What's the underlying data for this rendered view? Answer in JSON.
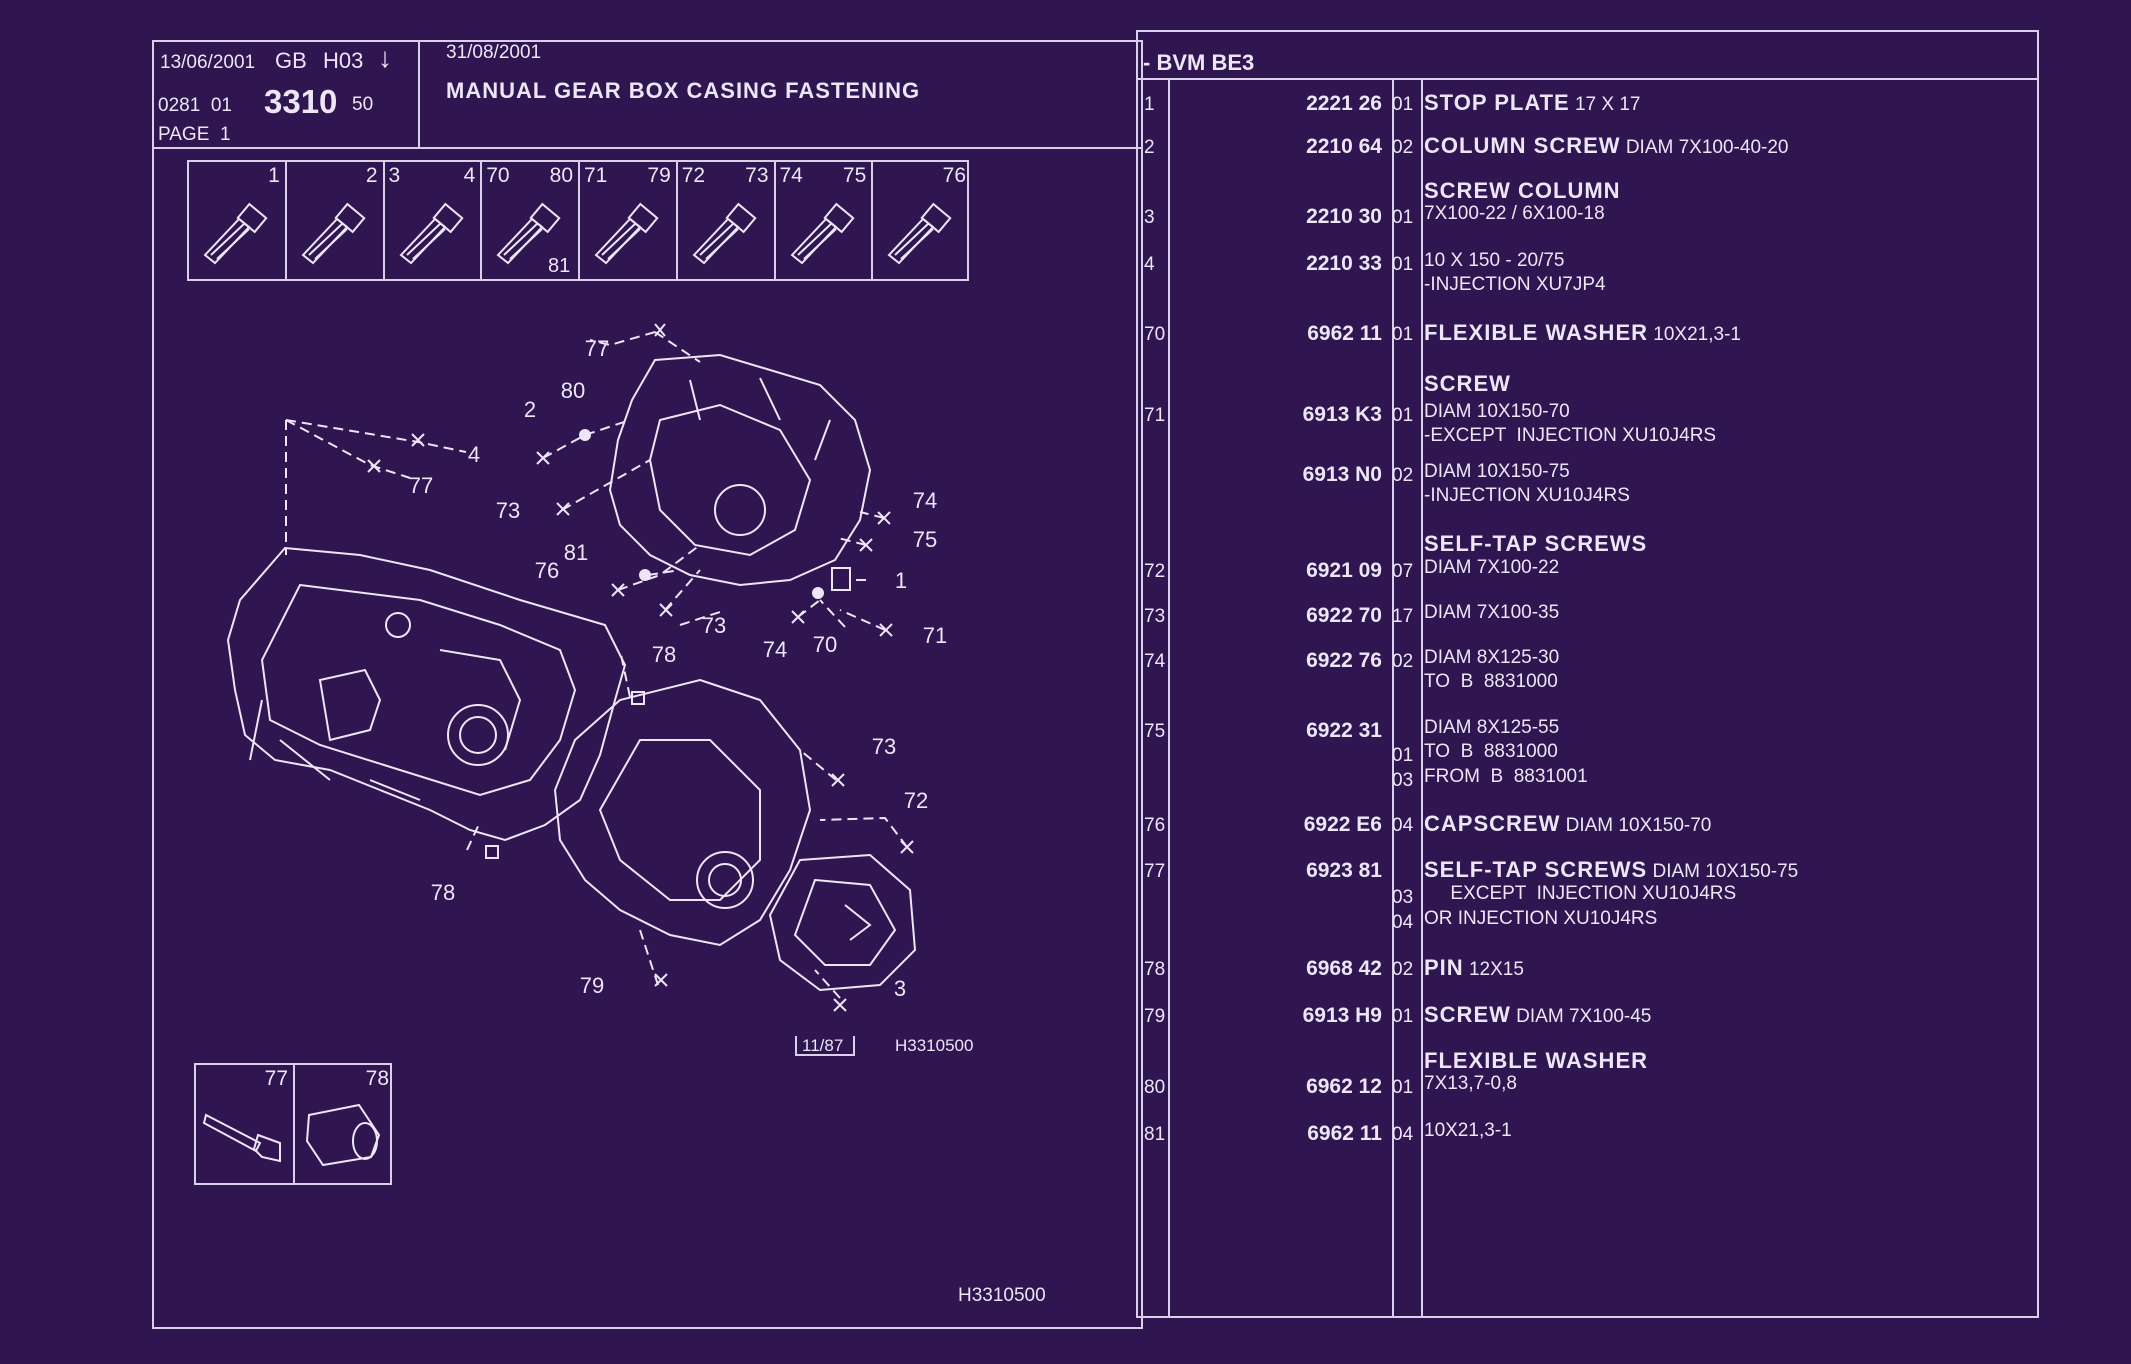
{
  "header": {
    "date": "13/06/2001",
    "lang": "GB",
    "code": "H03",
    "arrow": "↓",
    "ref_prefix": "0281  01",
    "ref_main": "3310",
    "ref_suffix": "50",
    "page": "PAGE  1",
    "date2": "31/08/2001",
    "title": "MANUAL GEAR BOX CASING FASTENING"
  },
  "list_header": "- BVM BE3",
  "thumbnails": [
    {
      "left": "",
      "right": "1",
      "icon": "plate-icon"
    },
    {
      "left": "",
      "right": "2",
      "icon": "column-screw-icon"
    },
    {
      "left": "3",
      "right": "4",
      "icon": "screw-column-icon"
    },
    {
      "left": "70",
      "right": "80",
      "icon": "washer-icon"
    },
    {
      "left": "71",
      "right": "79",
      "icon": "screw-icon"
    },
    {
      "left": "72",
      "right": "73",
      "icon": "self-tap-screw-icon"
    },
    {
      "left": "74",
      "right": "75",
      "icon": "self-tap-screw-icon"
    },
    {
      "left": "",
      "right": "76",
      "icon": "capscrew-icon"
    }
  ],
  "thumb_extra_label": "81",
  "bottom_thumbnails": [
    {
      "right": "77",
      "icon": "bolt-icon"
    },
    {
      "right": "78",
      "icon": "pin-icon"
    }
  ],
  "diagram_labels": [
    {
      "text": "77"
    },
    {
      "text": "80"
    },
    {
      "text": "2"
    },
    {
      "text": "4"
    },
    {
      "text": "77"
    },
    {
      "text": "73"
    },
    {
      "text": "74"
    },
    {
      "text": "75"
    },
    {
      "text": "81"
    },
    {
      "text": "76"
    },
    {
      "text": "1"
    },
    {
      "text": "73"
    },
    {
      "text": "74"
    },
    {
      "text": "70"
    },
    {
      "text": "71"
    },
    {
      "text": "78"
    },
    {
      "text": "73"
    },
    {
      "text": "72"
    },
    {
      "text": "78"
    },
    {
      "text": "79"
    },
    {
      "text": "3"
    }
  ],
  "diagram_date": "11/87",
  "diagram_ref": "H3310500",
  "footer_ref": "H3310500",
  "parts": [
    {
      "ref": "1",
      "code": "2221 26",
      "qty": "01",
      "lines": [
        {
          "bold": "STOP PLATE",
          "text": " 17 X 17"
        }
      ]
    },
    {
      "ref": "2",
      "code": "2210 64",
      "qty": "02",
      "lines": [
        {
          "bold": "COLUMN SCREW",
          "text": " DIAM 7X100-40-20"
        }
      ]
    },
    {
      "ref": "",
      "code": "",
      "qty": "",
      "lines": [
        {
          "bold": "SCREW COLUMN",
          "text": ""
        }
      ]
    },
    {
      "ref": "3",
      "code": "2210 30",
      "qty": "01",
      "lines": [
        {
          "bold": "",
          "text": "7X100-22 / 6X100-18"
        }
      ]
    },
    {
      "ref": "4",
      "code": "2210 33",
      "qty": "01",
      "lines": [
        {
          "bold": "",
          "text": "10 X 150 - 20/75"
        },
        {
          "bold": "",
          "text": "-INJECTION XU7JP4"
        }
      ]
    },
    {
      "ref": "70",
      "code": "6962 11",
      "qty": "01",
      "lines": [
        {
          "bold": "FLEXIBLE WASHER",
          "text": " 10X21,3-1"
        }
      ]
    },
    {
      "ref": "",
      "code": "",
      "qty": "",
      "lines": [
        {
          "bold": "SCREW",
          "text": ""
        }
      ]
    },
    {
      "ref": "71",
      "code": "6913 K3",
      "qty": "01",
      "lines": [
        {
          "bold": "",
          "text": "DIAM 10X150-70"
        },
        {
          "bold": "",
          "text": "-EXCEPT  INJECTION XU10J4RS"
        }
      ]
    },
    {
      "ref": "",
      "code": "6913 N0",
      "qty": "02",
      "lines": [
        {
          "bold": "",
          "text": "DIAM 10X150-75"
        },
        {
          "bold": "",
          "text": "-INJECTION XU10J4RS"
        }
      ]
    },
    {
      "ref": "",
      "code": "",
      "qty": "",
      "lines": [
        {
          "bold": "SELF-TAP SCREWS",
          "text": ""
        }
      ]
    },
    {
      "ref": "72",
      "code": "6921 09",
      "qty": "07",
      "lines": [
        {
          "bold": "",
          "text": "DIAM 7X100-22"
        }
      ]
    },
    {
      "ref": "73",
      "code": "6922 70",
      "qty": "17",
      "lines": [
        {
          "bold": "",
          "text": "DIAM 7X100-35"
        }
      ]
    },
    {
      "ref": "74",
      "code": "6922 76",
      "qty": "02",
      "lines": [
        {
          "bold": "",
          "text": "DIAM 8X125-30"
        },
        {
          "bold": "",
          "text": "TO  B  8831000"
        }
      ]
    },
    {
      "ref": "75",
      "code": "6922 31",
      "qty": "",
      "lines": [
        {
          "bold": "",
          "text": "DIAM 8X125-55"
        }
      ]
    },
    {
      "ref": "",
      "code": "",
      "qty": "01",
      "lines": [
        {
          "bold": "",
          "text": "TO  B  8831000"
        }
      ]
    },
    {
      "ref": "",
      "code": "",
      "qty": "03",
      "lines": [
        {
          "bold": "",
          "text": "FROM  B  8831001"
        }
      ]
    },
    {
      "ref": "76",
      "code": "6922 E6",
      "qty": "04",
      "lines": [
        {
          "bold": "CAPSCREW",
          "text": " DIAM 10X150-70"
        }
      ]
    },
    {
      "ref": "77",
      "code": "6923 81",
      "qty": "",
      "lines": [
        {
          "bold": "SELF-TAP SCREWS",
          "text": " DIAM 10X150-75"
        }
      ]
    },
    {
      "ref": "",
      "code": "",
      "qty": "03",
      "lines": [
        {
          "bold": "",
          "text": "     EXCEPT  INJECTION XU10J4RS"
        }
      ]
    },
    {
      "ref": "",
      "code": "",
      "qty": "04",
      "lines": [
        {
          "bold": "",
          "text": "OR INJECTION XU10J4RS"
        }
      ]
    },
    {
      "ref": "78",
      "code": "6968 42",
      "qty": "02",
      "lines": [
        {
          "bold": "PIN",
          "text": " 12X15"
        }
      ]
    },
    {
      "ref": "79",
      "code": "6913 H9",
      "qty": "01",
      "lines": [
        {
          "bold": "SCREW",
          "text": " DIAM 7X100-45"
        }
      ]
    },
    {
      "ref": "",
      "code": "",
      "qty": "",
      "lines": [
        {
          "bold": "FLEXIBLE WASHER",
          "text": ""
        }
      ]
    },
    {
      "ref": "80",
      "code": "6962 12",
      "qty": "01",
      "lines": [
        {
          "bold": "",
          "text": "7X13,7-0,8"
        }
      ]
    },
    {
      "ref": "81",
      "code": "6962 11",
      "qty": "04",
      "lines": [
        {
          "bold": "",
          "text": "10X21,3-1"
        }
      ]
    }
  ]
}
